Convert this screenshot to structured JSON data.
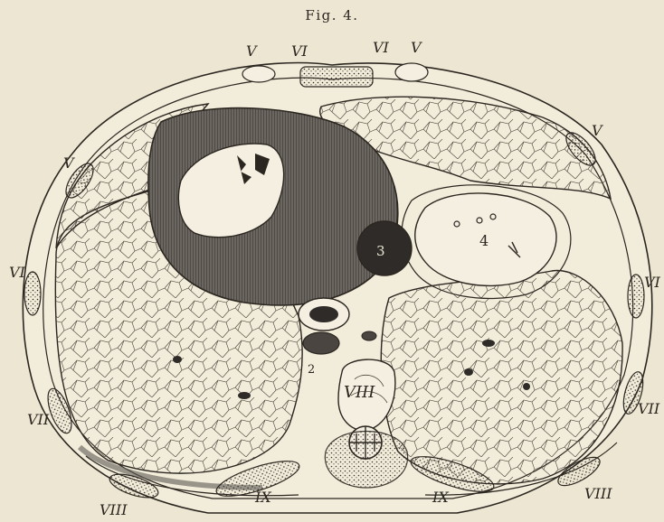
{
  "figure": {
    "title": "Fig. 4.",
    "rib_labels": [
      "V",
      "VI",
      "VI",
      "V",
      "V",
      "V",
      "VI",
      "VI",
      "VII",
      "VII",
      "VIII",
      "VIII",
      "IX",
      "IX"
    ],
    "vertebra_label": "VIII",
    "region_numbers": [
      "2",
      "3",
      "4"
    ]
  },
  "palette": {
    "paper": "#ece6d2",
    "ink": "#2b2620",
    "dark_fill": "#5e5a55",
    "darker_fill": "#2e2b28",
    "light_fill": "#f4efe0"
  }
}
